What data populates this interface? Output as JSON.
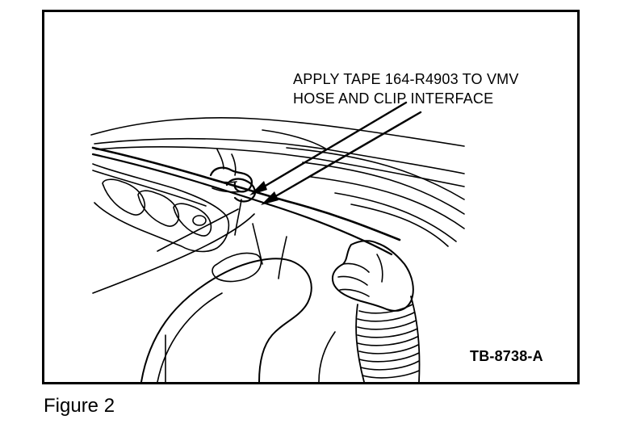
{
  "callout": {
    "line1": "APPLY TAPE 164-R4903 TO VMV",
    "line2": "HOSE AND CLIP INTERFACE"
  },
  "figure_id": "TB-8738-A",
  "caption": "Figure 2",
  "colors": {
    "ink": "#000000",
    "paper": "#ffffff"
  }
}
